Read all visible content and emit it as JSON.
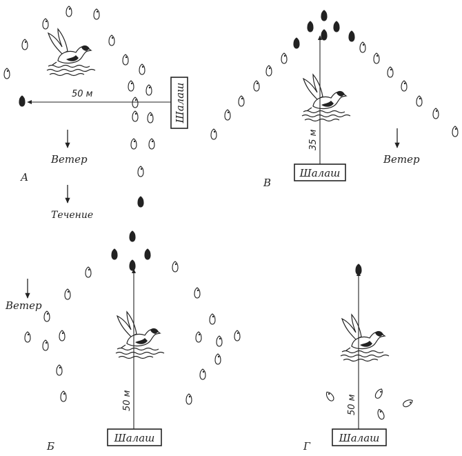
{
  "labels": {
    "hut": "Шалаш",
    "wind": "Ветер",
    "current": "Течение"
  },
  "panels": {
    "a": {
      "letter": "А",
      "distance": "50 м"
    },
    "b": {
      "letter": "Б",
      "distance": "50 м"
    },
    "v": {
      "letter": "В",
      "distance": "35 м"
    },
    "g": {
      "letter": "Г",
      "distance": "50 м"
    }
  },
  "colors": {
    "ink": "#222222",
    "background": "#ffffff"
  }
}
